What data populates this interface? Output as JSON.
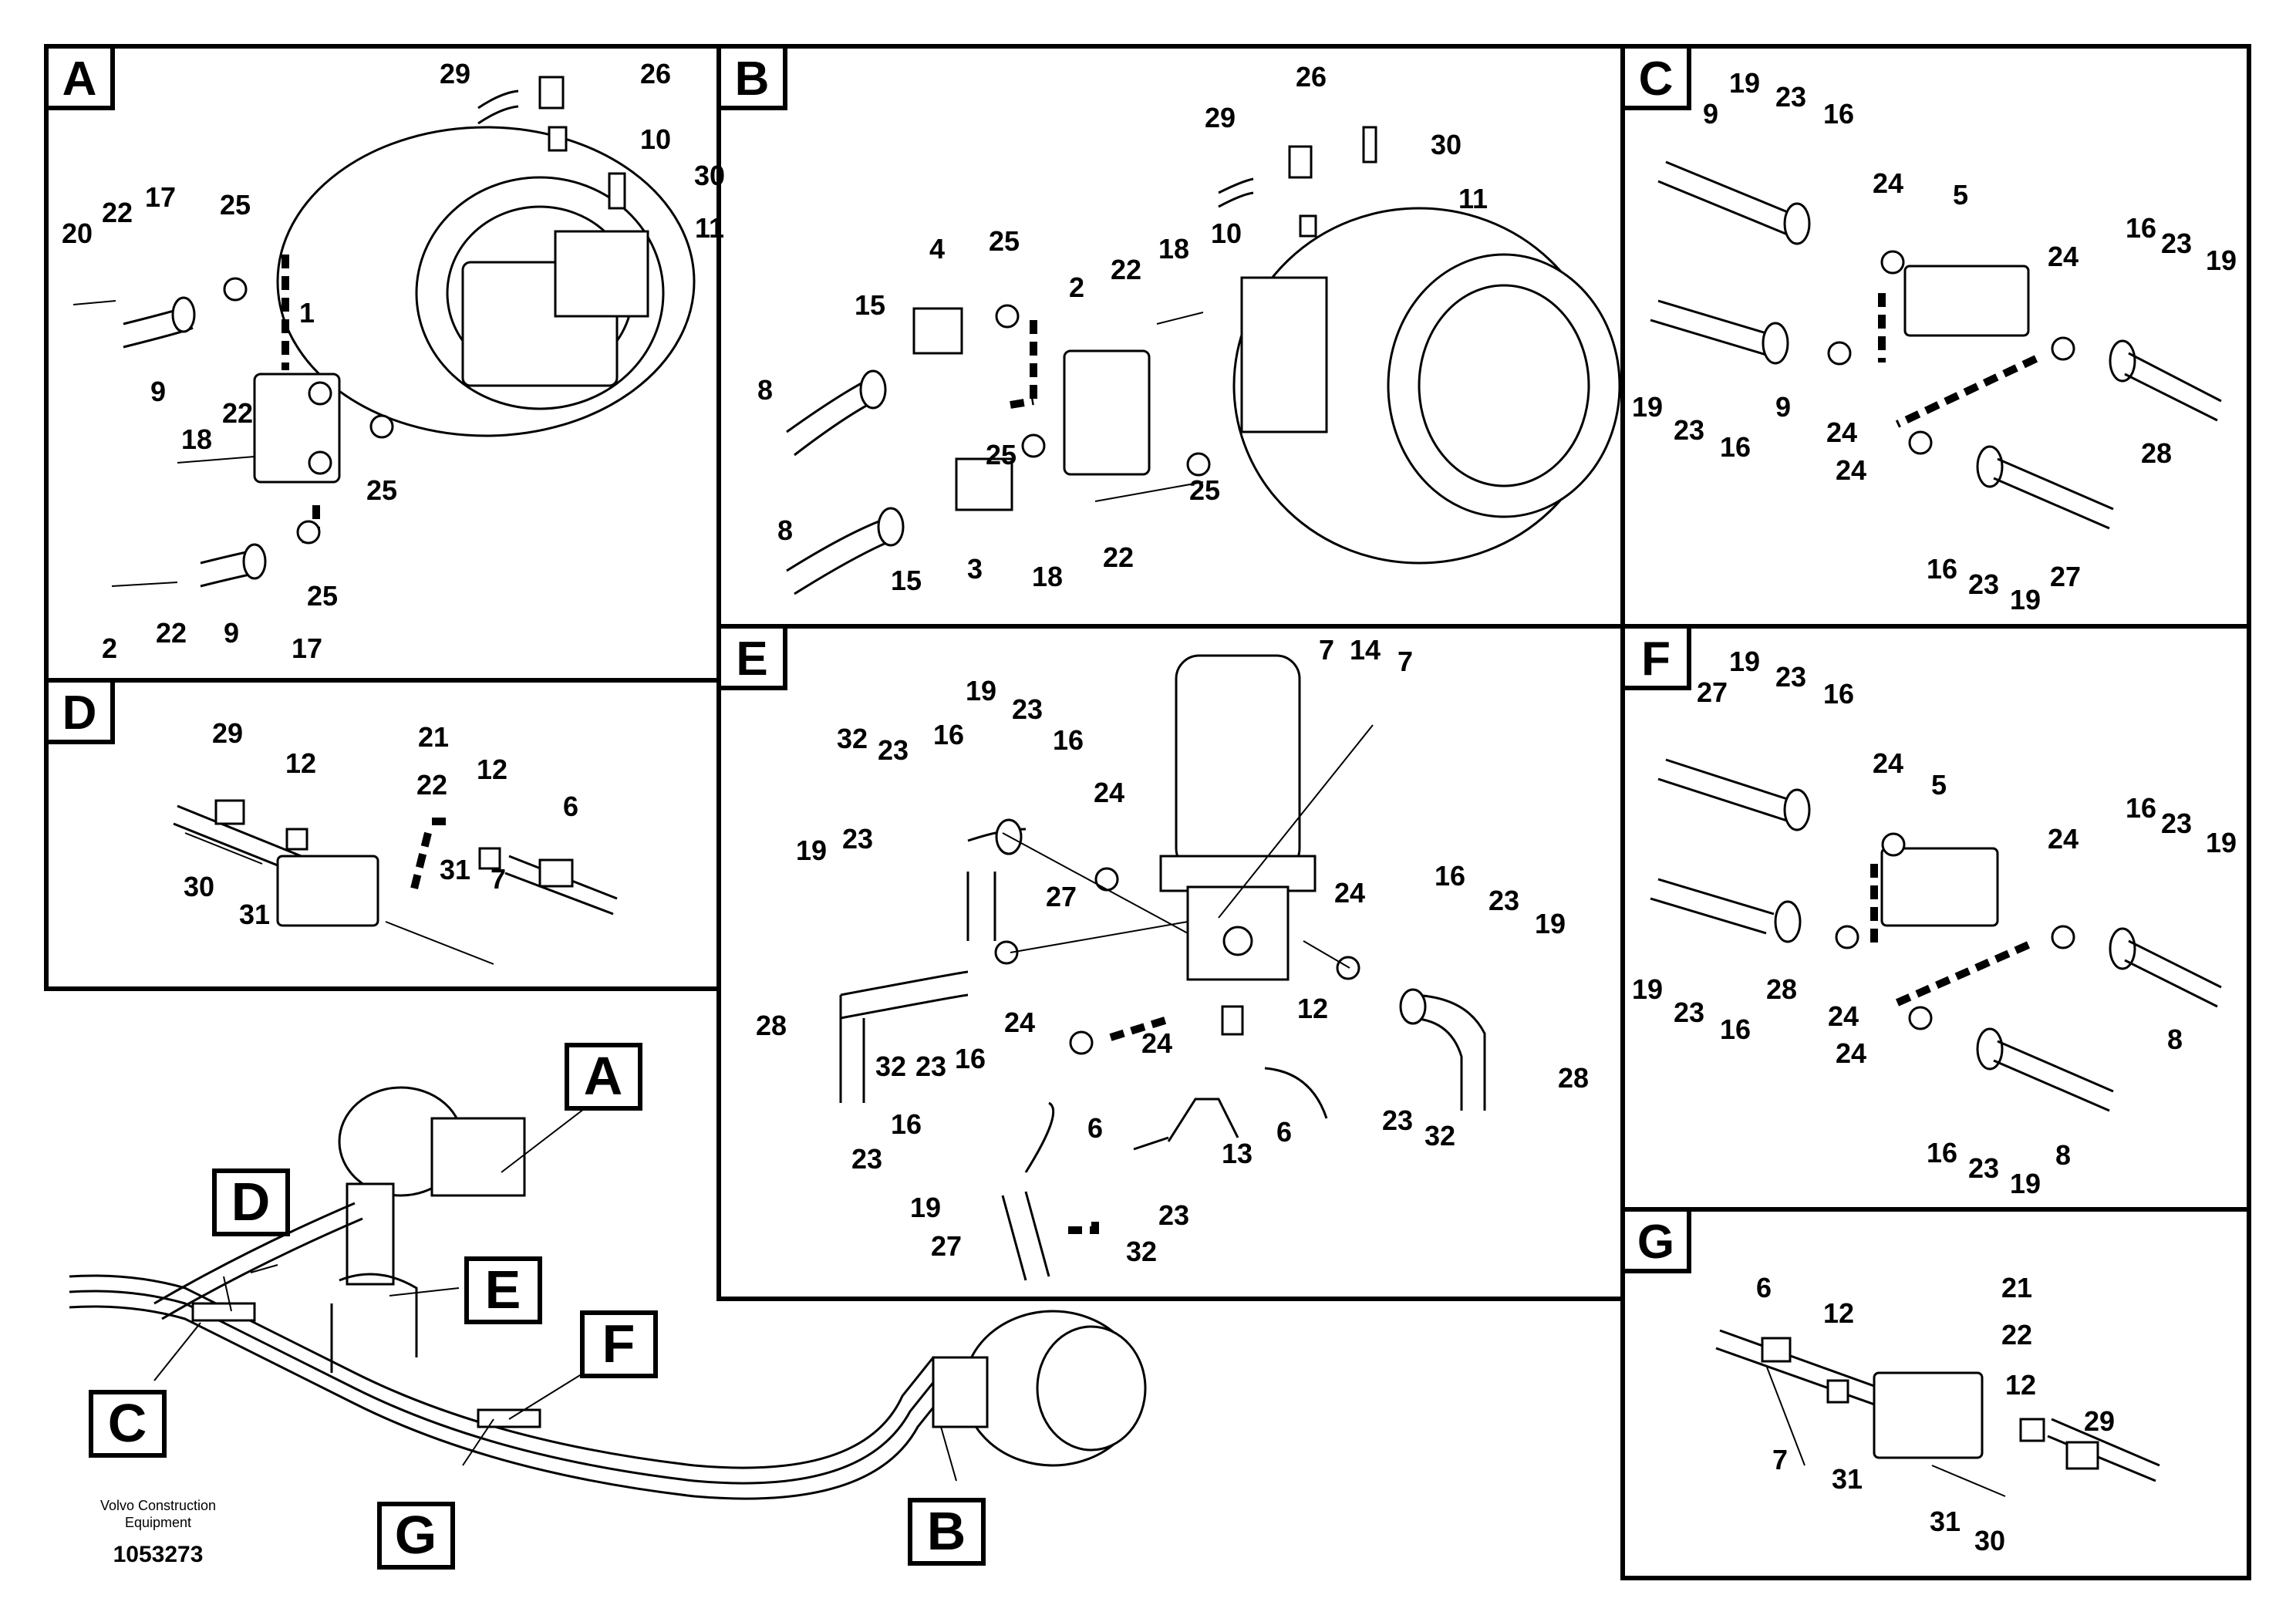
{
  "panels": {
    "A": {
      "label": "A",
      "callouts": [
        "29",
        "26",
        "10",
        "30",
        "11",
        "20",
        "22",
        "17",
        "25",
        "1",
        "9",
        "18",
        "22",
        "25",
        "2",
        "22",
        "9",
        "17",
        "25"
      ]
    },
    "B": {
      "label": "B",
      "callouts": [
        "26",
        "29",
        "30",
        "10",
        "11",
        "4",
        "25",
        "15",
        "2",
        "22",
        "18",
        "8",
        "25",
        "8",
        "15",
        "3",
        "18",
        "22",
        "25"
      ]
    },
    "C": {
      "label": "C",
      "callouts": [
        "19",
        "23",
        "16",
        "9",
        "24",
        "5",
        "16",
        "23",
        "19",
        "24",
        "19",
        "23",
        "16",
        "9",
        "24",
        "24",
        "28",
        "16",
        "23",
        "19",
        "27"
      ]
    },
    "D": {
      "label": "D",
      "callouts": [
        "29",
        "12",
        "21",
        "22",
        "12",
        "6",
        "30",
        "31",
        "31",
        "7"
      ]
    },
    "E": {
      "label": "E",
      "callouts": [
        "7",
        "14",
        "7",
        "19",
        "23",
        "16",
        "32",
        "23",
        "16",
        "24",
        "19",
        "23",
        "27",
        "24",
        "16",
        "23",
        "19",
        "28",
        "32",
        "23",
        "16",
        "24",
        "24",
        "12",
        "6",
        "6",
        "13",
        "16",
        "23",
        "19",
        "27",
        "23",
        "32",
        "28",
        "23",
        "32"
      ]
    },
    "F": {
      "label": "F",
      "callouts": [
        "19",
        "23",
        "16",
        "27",
        "24",
        "5",
        "16",
        "23",
        "19",
        "24",
        "19",
        "23",
        "16",
        "28",
        "24",
        "24",
        "8",
        "16",
        "23",
        "19",
        "8"
      ]
    },
    "G": {
      "label": "G",
      "callouts": [
        "21",
        "6",
        "12",
        "22",
        "12",
        "29",
        "7",
        "31",
        "31",
        "30"
      ]
    }
  },
  "overview": {
    "labels": [
      "A",
      "B",
      "C",
      "D",
      "E",
      "F",
      "G"
    ]
  },
  "footer": {
    "company_line1": "Volvo Construction",
    "company_line2": "Equipment",
    "drawing_number": "1053273"
  }
}
